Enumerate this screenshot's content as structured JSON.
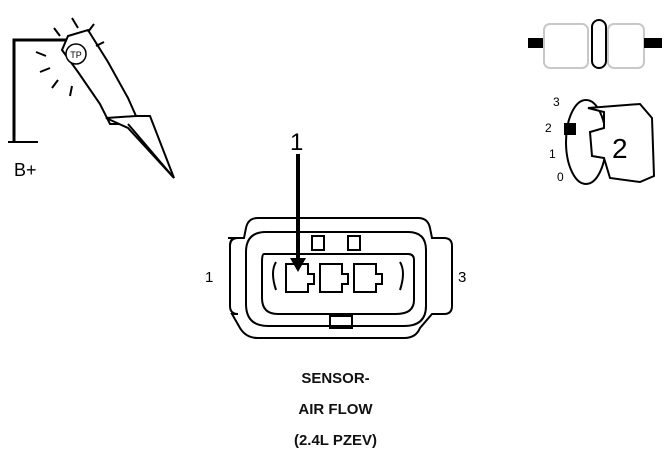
{
  "test_light": {
    "icon": "test-light-probe-icon",
    "supply_label": "B+"
  },
  "key_switch": {
    "icon": "ignition-key-icon",
    "positions": [
      "3",
      "2",
      "1",
      "0"
    ],
    "selected_label": "2"
  },
  "connector": {
    "icon": "three-pin-connector-icon",
    "callout": "1",
    "left_pin": "1",
    "right_pin": "3"
  },
  "caption": {
    "line1": "SENSOR-",
    "line2": "AIR FLOW",
    "line3": "(2.4L PZEV)"
  },
  "colors": {
    "line": "#000000",
    "faded": "#c8c8c8",
    "background": "#ffffff"
  }
}
